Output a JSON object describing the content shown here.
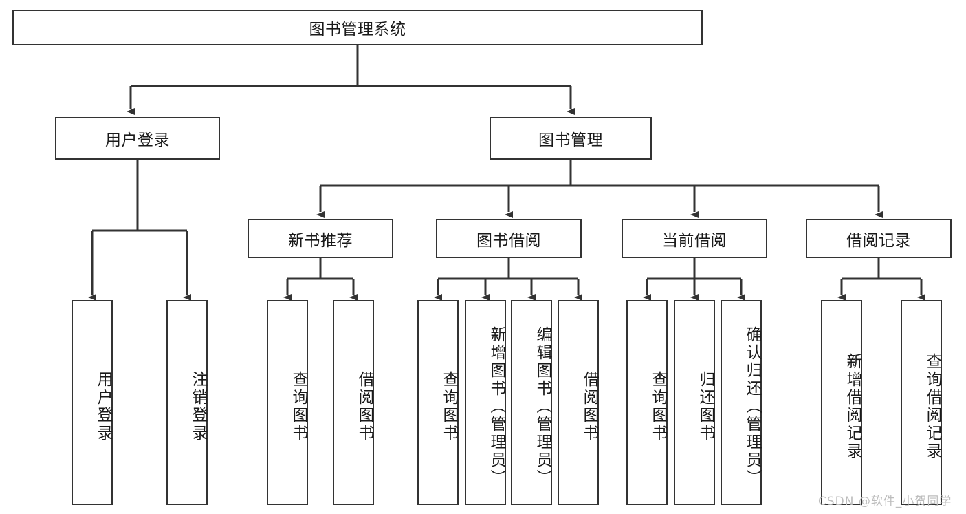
{
  "diagram": {
    "title": "图书管理系统",
    "watermark": "CSDN @软件_小贺同学",
    "colors": {
      "node_border": "#333333",
      "node_fill": "#ffffff",
      "edge": "#333333",
      "text": "#1a1a1a",
      "watermark": "#bdbdbd",
      "background": "#ffffff"
    },
    "root": {
      "label": "图书管理系统"
    },
    "level2": [
      {
        "label": "用户登录"
      },
      {
        "label": "图书管理"
      }
    ],
    "level3": [
      {
        "label": "新书推荐"
      },
      {
        "label": "图书借阅"
      },
      {
        "label": "当前借阅"
      },
      {
        "label": "借阅记录"
      }
    ],
    "leaves": [
      {
        "label": "用户登录",
        "parent": "用户登录"
      },
      {
        "label": "注销登录",
        "parent": "用户登录"
      },
      {
        "label": "查询图书",
        "parent": "新书推荐"
      },
      {
        "label": "借阅图书",
        "parent": "新书推荐"
      },
      {
        "label": "查询图书",
        "parent": "图书借阅"
      },
      {
        "label": "新增图书（管理员）",
        "parent": "图书借阅"
      },
      {
        "label": "编辑图书（管理员）",
        "parent": "图书借阅"
      },
      {
        "label": "借阅图书",
        "parent": "图书借阅"
      },
      {
        "label": "查询图书",
        "parent": "当前借阅"
      },
      {
        "label": "归还图书",
        "parent": "当前借阅"
      },
      {
        "label": "确认归还（管理员）",
        "parent": "当前借阅"
      },
      {
        "label": "新增借阅记录",
        "parent": "借阅记录"
      },
      {
        "label": "查询借阅记录",
        "parent": "借阅记录"
      }
    ]
  }
}
